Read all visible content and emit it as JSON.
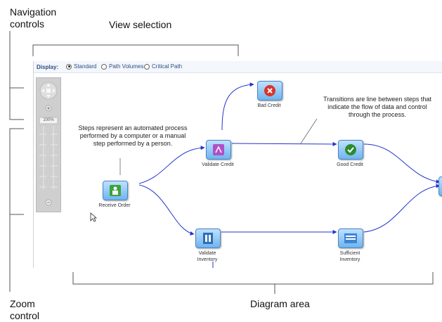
{
  "callouts": {
    "navigation_line1": "Navigation",
    "navigation_line2": "controls",
    "view_selection": "View selection",
    "zoom_line1": "Zoom",
    "zoom_line2": "control",
    "diagram_area": "Diagram area"
  },
  "toolbar": {
    "display_label": "Display:",
    "options": [
      "Standard",
      "Path Volumes",
      "Critical Path"
    ],
    "selected": "Standard"
  },
  "zoom": {
    "level": "100%"
  },
  "steps": {
    "receive_order": "Receive Order",
    "validate_credit": "Validate Credit",
    "bad_credit": "Bad Credit",
    "good_credit": "Good Credit",
    "validate_inventory_1": "Validate",
    "validate_inventory_2": "Inventory",
    "sufficient_inventory_1": "Sufficient",
    "sufficient_inventory_2": "Inventory"
  },
  "notes": {
    "steps_note": [
      "Steps represent an automated process",
      "performed by a computer or a manual",
      "step performed by a person."
    ],
    "transitions_note": [
      "Transitions are line between steps that",
      "indicate the flow of data and control",
      "through the process."
    ]
  },
  "colors": {
    "edge": "#2233cc",
    "step_fill": "#8cc8f7",
    "panel": "#cfcfcf"
  }
}
